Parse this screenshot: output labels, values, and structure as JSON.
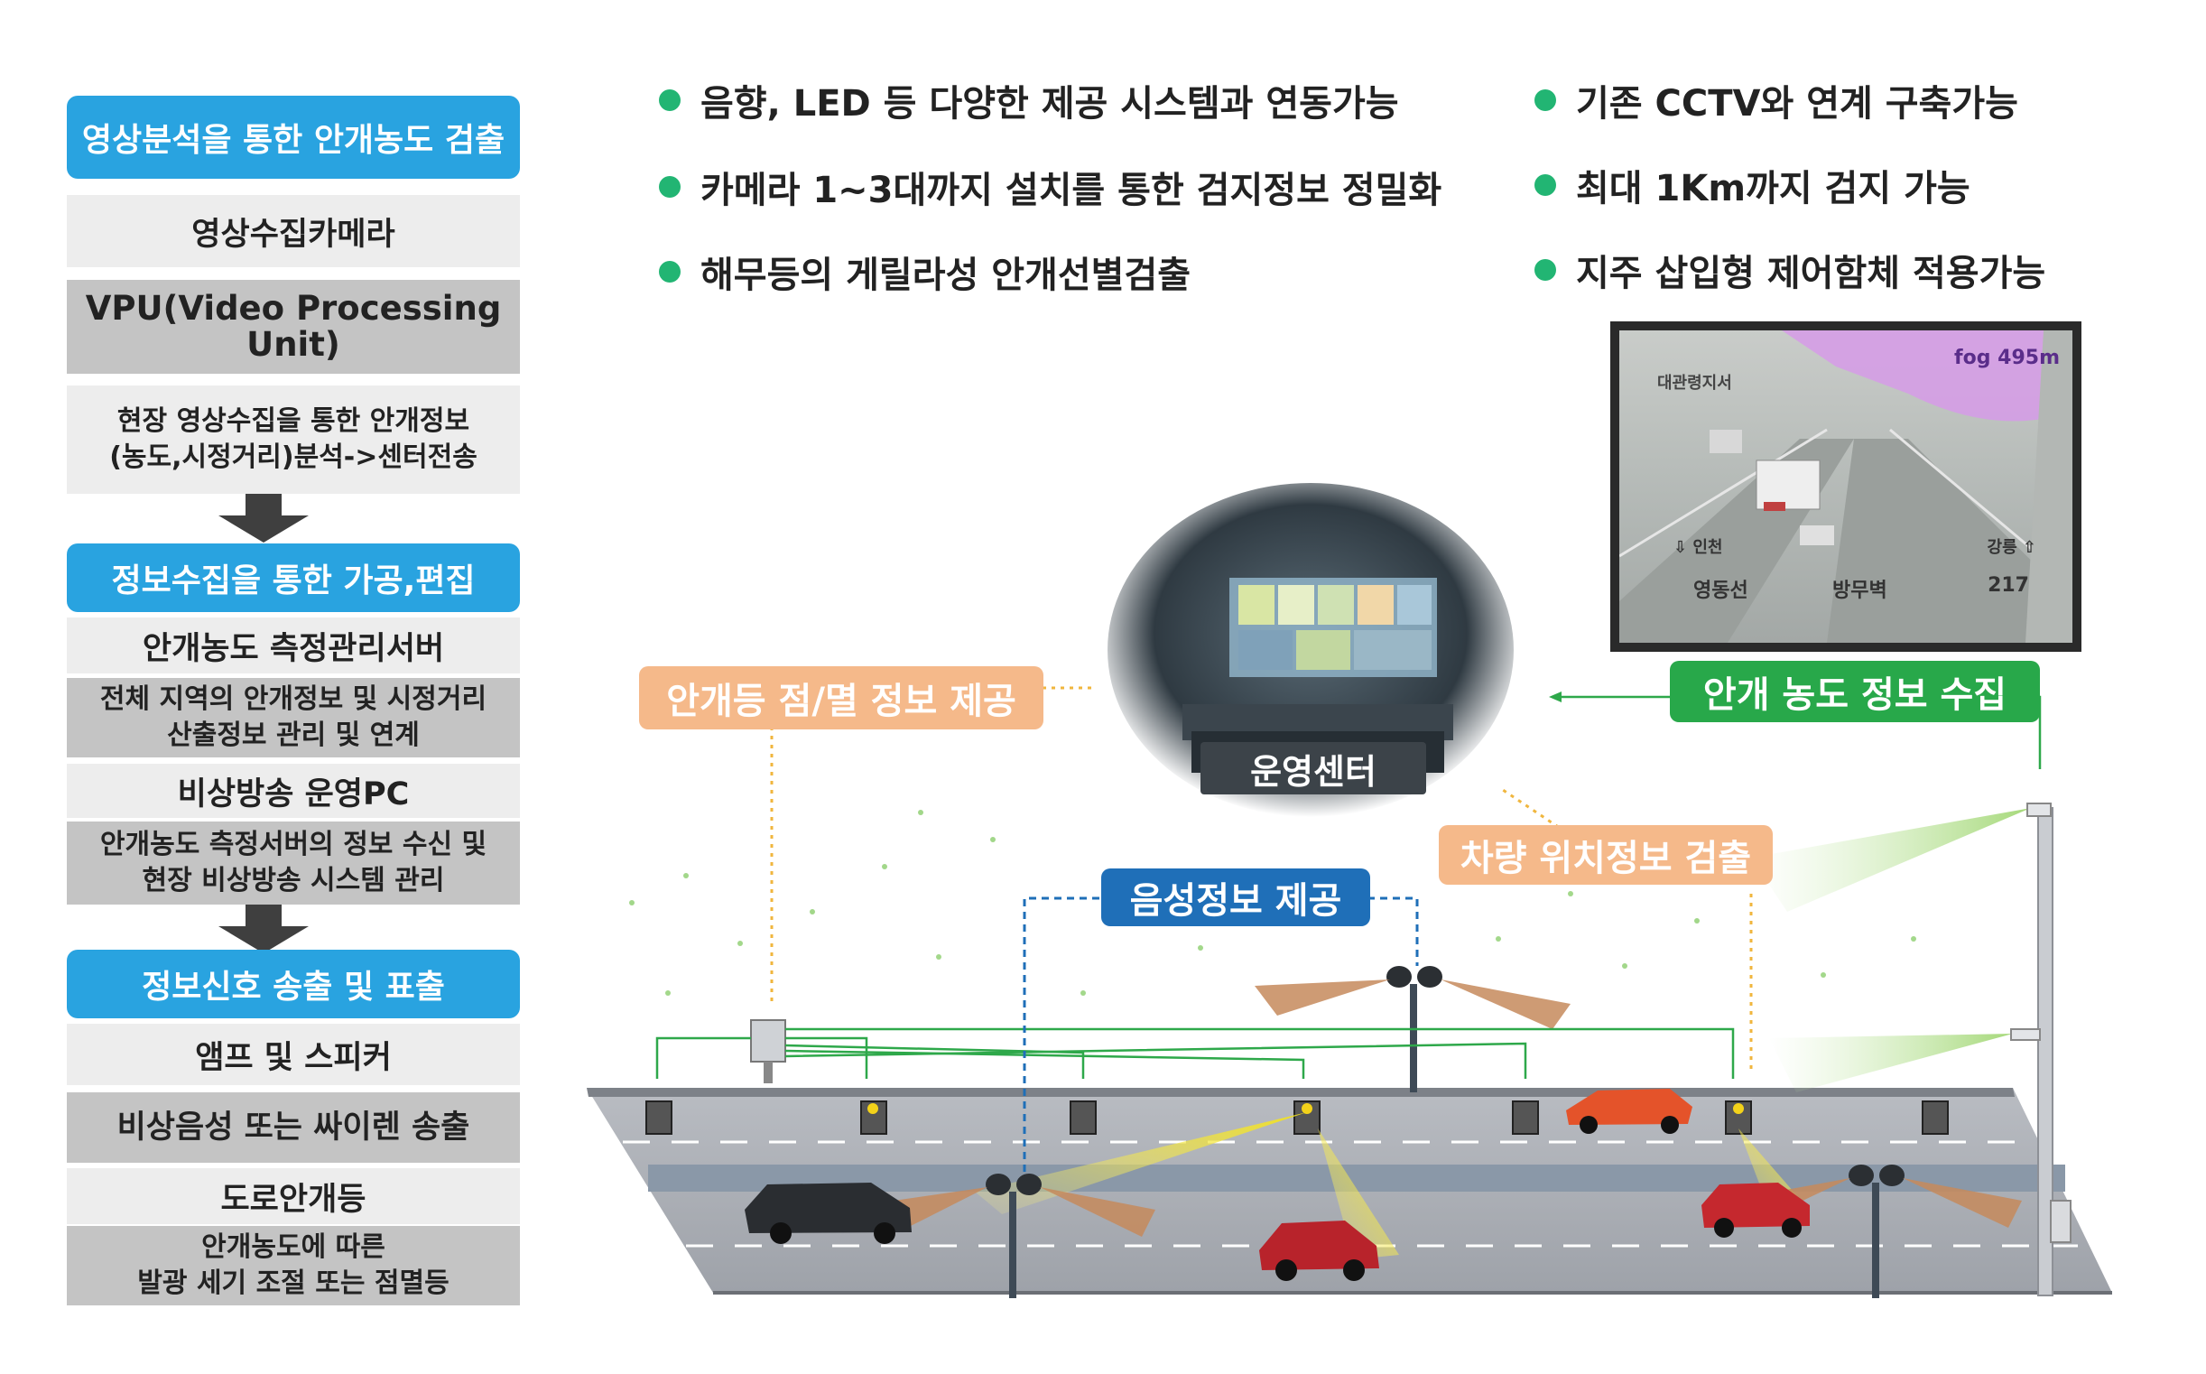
{
  "flow": {
    "step1_header": "영상분석을 통한 안개농도 검출",
    "camera": "영상수집카메라",
    "vpu": "VPU(Video Processing Unit)",
    "vpu_desc_line1": "현장 영상수집을 통한 안개정보",
    "vpu_desc_line2": "(농도,시정거리)분석->센터전송",
    "step2_header": "정보수집을 통한 가공,편집",
    "server": "안개농도 측정관리서버",
    "server_desc_line1": "전체 지역의 안개정보 및 시정거리",
    "server_desc_line2": "산출정보 관리 및 연계",
    "pc": "비상방송 운영PC",
    "pc_desc_line1": "안개농도 측정서버의 정보 수신 및",
    "pc_desc_line2": "현장 비상방송 시스템 관리",
    "step3_header": "정보신호 송출 및 표출",
    "amp": "앰프 및 스피커",
    "amp_desc": "비상음성 또는 싸이렌 송출",
    "light": "도로안개등",
    "light_desc_line1": "안개농도에 따른",
    "light_desc_line2": "발광 세기 조절 또는 점멸등"
  },
  "features_left": [
    "음향, LED 등 다양한 제공 시스템과 연동가능",
    "카메라 1~3대까지 설치를 통한 검지정보 정밀화",
    "해무등의 게릴라성 안개선별검출"
  ],
  "features_right": [
    "기존 CCTV와 연계 구축가능",
    "최대 1Km까지 검지 가능",
    "지주 삽입형 제어함체 적용가능"
  ],
  "cctv": {
    "fog_reading": "fog 495m",
    "location": "대관령지서",
    "dir_left": "인천",
    "dir_right": "강릉",
    "road_name": "영동선",
    "structure": "방무벽",
    "marker": "217"
  },
  "diagram": {
    "light_info_label": "안개등 점/멸 정보 제공",
    "center_label": "운영센터",
    "fog_collect_label": "안개 농도 정보 수집",
    "voice_label": "음성정보 제공",
    "vehicle_label": "차량 위치정보 검출"
  },
  "colors": {
    "header_blue": "#29a3e0",
    "accent_green": "#22b573",
    "label_orange": "#f5b98a",
    "label_blue": "#1f6fb8",
    "label_green": "#28a84a"
  }
}
